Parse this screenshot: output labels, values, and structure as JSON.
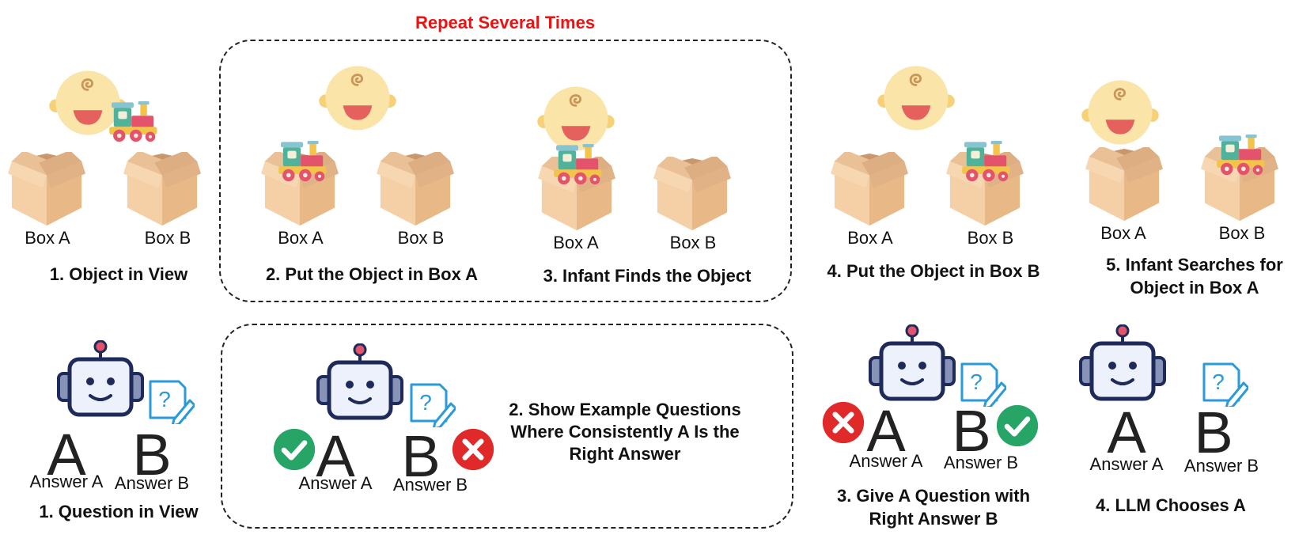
{
  "top_row": {
    "repeat_label": "Repeat Several Times",
    "steps": [
      {
        "caption": "1. Object in View",
        "box_a": "Box A",
        "box_b": "Box B"
      },
      {
        "caption": "2. Put the Object in Box A",
        "box_a": "Box A",
        "box_b": "Box B"
      },
      {
        "caption": "3. Infant Finds the Object",
        "box_a": "Box A",
        "box_b": "Box B"
      },
      {
        "caption": "4. Put the Object in Box B",
        "box_a": "Box A",
        "box_b": "Box B"
      },
      {
        "caption_line1": "5. Infant Searches for",
        "caption_line2": "Object in Box A",
        "box_a": "Box A",
        "box_b": "Box B"
      }
    ]
  },
  "bottom_row": {
    "steps": [
      {
        "caption": "1. Question in View",
        "letter_a": "A",
        "letter_b": "B",
        "answer_a": "Answer A",
        "answer_b": "Answer B"
      },
      {
        "caption_line1": "2. Show Example Questions",
        "caption_line2": "Where Consistently A Is the",
        "caption_line3": "Right Answer",
        "letter_a": "A",
        "letter_b": "B",
        "answer_a": "Answer A",
        "answer_b": "Answer B"
      },
      {
        "caption_line1": "3. Give A Question with",
        "caption_line2": "Right Answer B",
        "letter_a": "A",
        "letter_b": "B",
        "answer_a": "Answer A",
        "answer_b": "Answer B"
      },
      {
        "caption": "4. LLM Chooses A",
        "letter_a": "A",
        "letter_b": "B",
        "answer_a": "Answer A",
        "answer_b": "Answer B"
      }
    ]
  },
  "colors": {
    "repeat_text": "#ee1111",
    "box": "#f2c9a0",
    "face": "#fbe4a8",
    "robot_outline": "#1e2a5a",
    "check": "#27a566",
    "cross": "#e02a2a",
    "note": "#2a9ad8"
  },
  "icons": [
    "baby-face-icon",
    "toy-train-icon",
    "cardboard-box-icon",
    "robot-icon",
    "question-note-icon",
    "check-icon",
    "cross-icon"
  ]
}
